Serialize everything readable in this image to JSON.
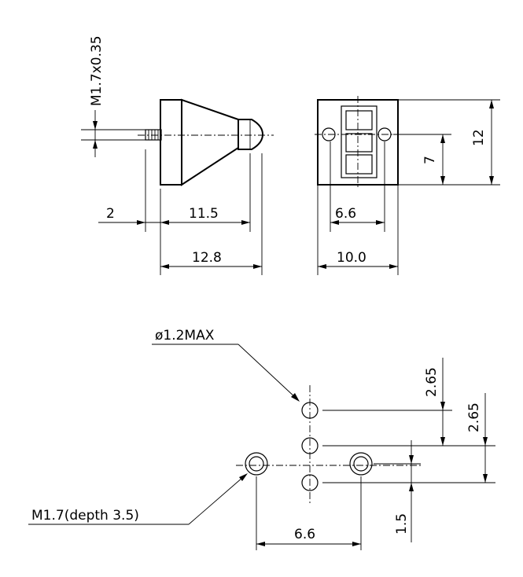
{
  "labels": {
    "thread": "M1.7x0.35",
    "dim_2": "2",
    "dim_11_5": "11.5",
    "dim_12_8": "12.8",
    "dim_6_6_top": "6.6",
    "dim_10_0": "10.0",
    "dim_7": "7",
    "dim_12": "12",
    "hole_dia": "ø1.2MAX",
    "dim_2_65_a": "2.65",
    "dim_2_65_b": "2.65",
    "mount_thread": "M1.7(depth  3.5)",
    "dim_1_5": "1.5",
    "dim_6_6_bottom": "6.6"
  }
}
